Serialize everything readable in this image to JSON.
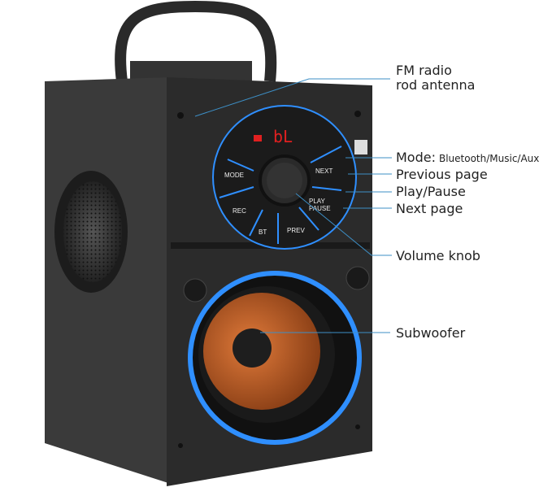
{
  "panel_buttons": {
    "mode": "MODE",
    "rec": "REC",
    "bt": "BT",
    "prev": "PREV",
    "next": "NEXT",
    "play": "PLAY",
    "pause": "PAUSE",
    "display": "bL"
  },
  "callouts": {
    "antenna_line1": "FM radio",
    "antenna_line2": "rod antenna",
    "mode_prefix": "Mode:",
    "mode_options": "Bluetooth/Music/Aux",
    "previous_page": "Previous page",
    "play_pause": "Play/Pause",
    "next_page": "Next page",
    "volume_knob": "Volume knob",
    "subwoofer": "Subwoofer"
  },
  "colors": {
    "led_blue": "#2f8fff",
    "cone_orange": "#c8652c",
    "display_red": "#e02020",
    "leader_line": "#3d8fc6"
  }
}
